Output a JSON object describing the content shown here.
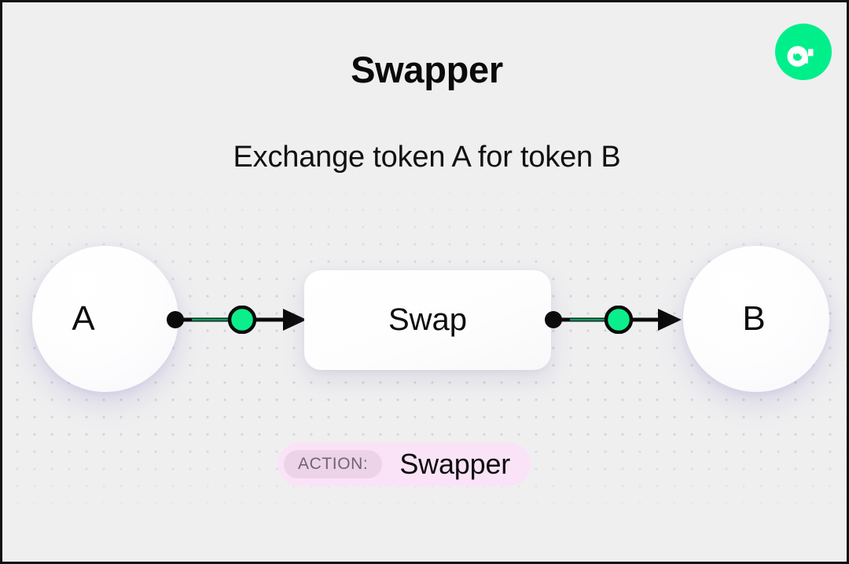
{
  "header": {
    "title": "Swapper",
    "subtitle": "Exchange token A for token B"
  },
  "brand": {
    "logo_icon": "flow-logo-icon",
    "logo_color": "#00ef8b",
    "logo_mark_color": "#ffffff"
  },
  "diagram": {
    "source_node": {
      "label": "A",
      "name": "token-a"
    },
    "action_node": {
      "label": "Swap",
      "name": "swap-node"
    },
    "target_node": {
      "label": "B",
      "name": "token-b"
    },
    "edges": [
      {
        "name": "edge-a-to-swap",
        "from": "A",
        "to": "Swap",
        "handle_color": "#00ef8b",
        "line_color": "#0b0b0b"
      },
      {
        "name": "edge-swap-to-b",
        "from": "Swap",
        "to": "B",
        "handle_color": "#00ef8b",
        "line_color": "#0b0b0b"
      }
    ]
  },
  "footer": {
    "action_chip_label": "ACTION:",
    "action_value": "Swapper",
    "badge_bg": "#fbe3f7",
    "chip_bg": "#ecd3e8"
  },
  "theme": {
    "background": "#efeff0",
    "dot_color": "#d2d4d6",
    "text_color": "#0d0d0d"
  }
}
